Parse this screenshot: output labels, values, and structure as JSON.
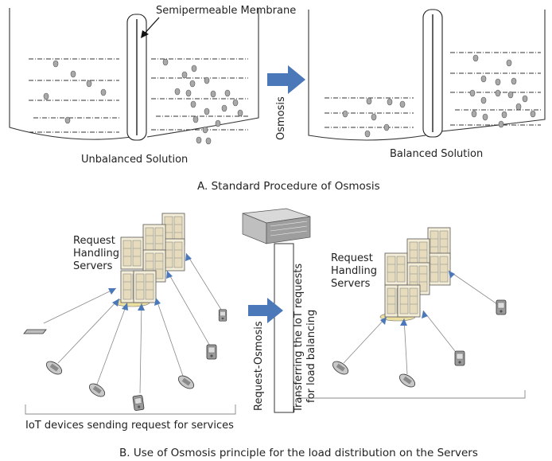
{
  "section_a": {
    "membrane_label": "Semipermeable Membrane",
    "osmosis_label": "Osmosis",
    "unbalanced_label": "Unbalanced Solution",
    "balanced_label": "Balanced Solution",
    "caption": "A. Standard Procedure of Osmosis"
  },
  "section_b": {
    "left_servers_label_1": "Request",
    "left_servers_label_2": "Handling",
    "left_servers_label_3": "Servers",
    "right_servers_label_1": "Request",
    "right_servers_label_2": "Handling",
    "right_servers_label_3": "Servers",
    "request_osmosis_label": "Request-Osmosis",
    "transfer_label_1": "Transferring the IoT requests",
    "transfer_label_2": "for load balancing",
    "iot_devices_label": "IoT devices sending request for services",
    "caption": "B. Use of Osmosis principle for the load distribution on the Servers"
  },
  "colors": {
    "arrow_blue": "#4a78b8",
    "server_body": "#f2ecd6",
    "device_gray": "#8c8c8c",
    "molecule_gray": "#a9a9a9"
  }
}
